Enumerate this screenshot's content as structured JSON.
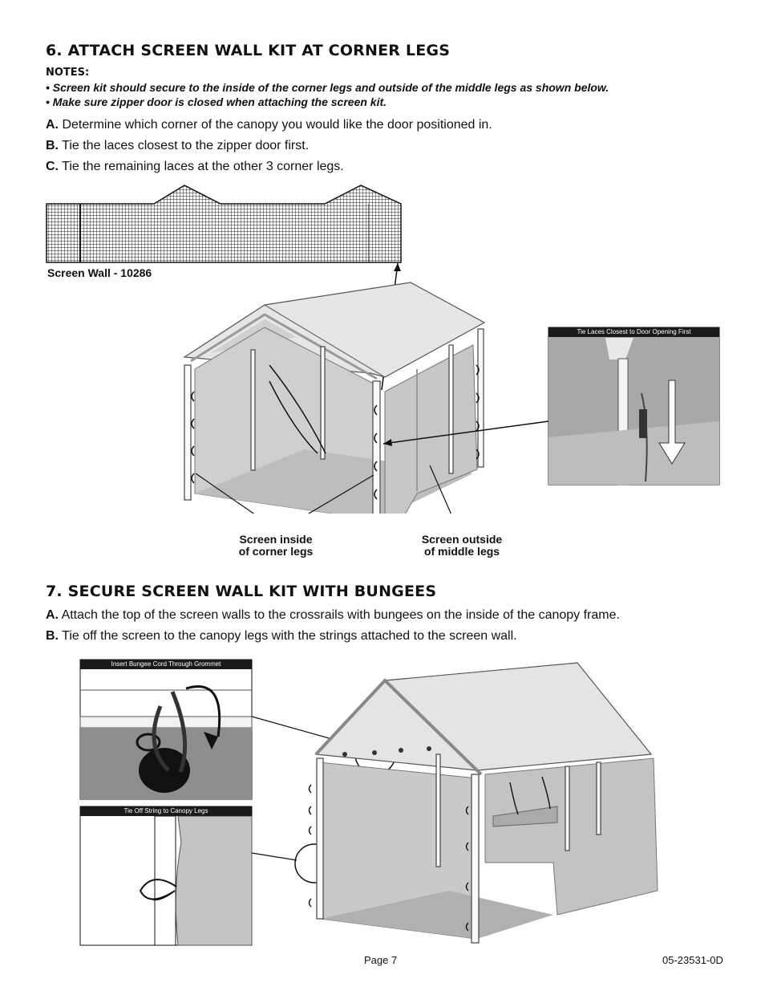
{
  "section6": {
    "title": "6. ATTACH SCREEN WALL KIT AT CORNER LEGS",
    "notes_label": "NOTES:",
    "notes": [
      "• Screen kit should secure to the inside of the corner legs and outside of the middle legs as shown below.",
      "• Make sure zipper door is closed when attaching the screen kit."
    ],
    "steps": [
      {
        "letter": "A.",
        "text": "Determine which corner of the canopy you would like the door positioned in."
      },
      {
        "letter": "B.",
        "text": "Tie the laces closest to the zipper door first."
      },
      {
        "letter": "C.",
        "text": "Tie the remaining laces at the other 3 corner legs."
      }
    ],
    "screen_wall_label": "Screen Wall - 10286",
    "caption_inside_line1": "Screen inside",
    "caption_inside_line2": "of corner legs",
    "caption_outside_line1": "Screen outside",
    "caption_outside_line2": "of middle legs",
    "inset_title": "Tie Laces Closest to Door Opening First"
  },
  "section7": {
    "title": "7. SECURE SCREEN WALL KIT WITH BUNGEES",
    "steps": [
      {
        "letter": "A.",
        "text": "Attach the top of the screen walls to the crossrails with bungees on the inside of the canopy frame."
      },
      {
        "letter": "B.",
        "text": "Tie off the screen to the canopy legs with the strings attached to the screen wall."
      }
    ],
    "inset_bungee_title": "Insert Bungee Cord Through Grommet",
    "inset_tie_title": "Tie Off String to Canopy Legs"
  },
  "footer": {
    "page": "Page 7",
    "doc_number": "05-23531-0D"
  }
}
